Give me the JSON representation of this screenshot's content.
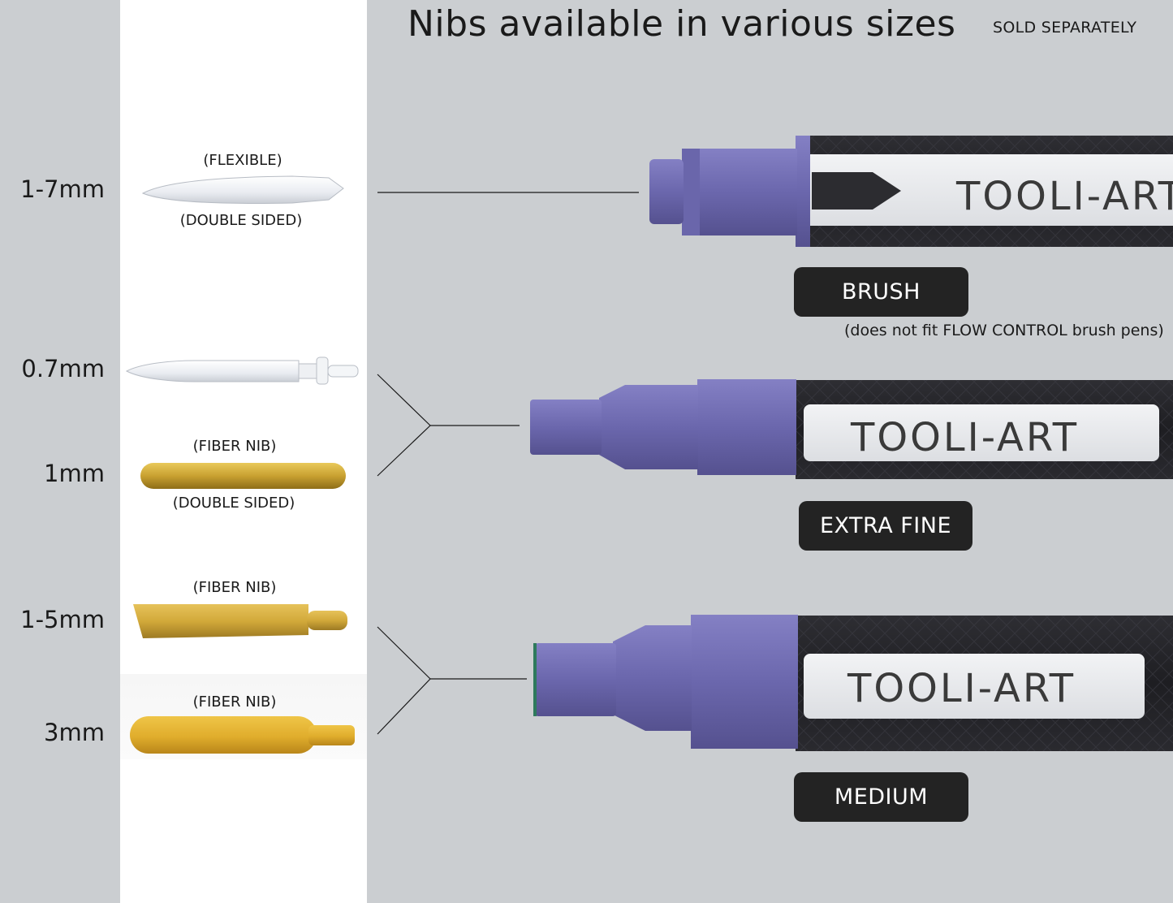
{
  "header": {
    "title": "Nibs available in various sizes",
    "note": "SOLD SEPARATELY"
  },
  "sizes": [
    {
      "label": "1-7mm"
    },
    {
      "label": "0.7mm"
    },
    {
      "label": "1mm"
    },
    {
      "label": "1-5mm"
    },
    {
      "label": "3mm"
    }
  ],
  "nibs": {
    "brush": {
      "top_label": "(FLEXIBLE)",
      "bottom_label": "(DOUBLE SIDED)"
    },
    "fiber_1mm": {
      "top_label": "(FIBER NIB)",
      "bottom_label": "(DOUBLE SIDED)"
    },
    "fiber_chisel": {
      "top_label": "(FIBER NIB)"
    },
    "fiber_round": {
      "top_label": "(FIBER NIB)"
    }
  },
  "pens": [
    {
      "type": "BRUSH",
      "brand": "TOOLI-ART",
      "note": "(does not fit FLOW CONTROL brush pens)"
    },
    {
      "type": "EXTRA FINE",
      "brand": "TOOLI-ART"
    },
    {
      "type": "MEDIUM",
      "brand": "TOOLI-ART"
    }
  ],
  "colors": {
    "background": "#cbced1",
    "pen_cap": "#6f6bb0",
    "pen_body": "#232326",
    "pill": "#232323"
  }
}
